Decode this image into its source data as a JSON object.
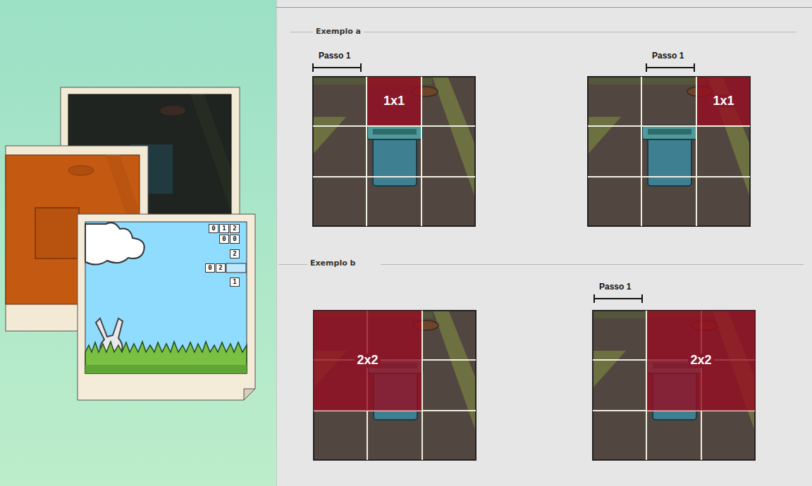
{
  "diagram": {
    "nodes": [
      {
        "text": [
          "0"
        ]
      },
      {
        "text": [
          "1"
        ]
      },
      {
        "text": [
          "2"
        ]
      },
      {
        "text": [
          "0"
        ]
      },
      {
        "text": [
          "0"
        ]
      },
      {
        "text": [
          "2"
        ]
      },
      {
        "text": [
          "0"
        ]
      },
      {
        "text": [
          "2"
        ]
      },
      {
        "text": [
          "1"
        ]
      },
      {
        "text": [
          "1x1"
        ]
      },
      {
        "text": [
          "1x1"
        ]
      },
      {
        "text": [
          "2x2"
        ]
      },
      {
        "text": [
          "2x2"
        ]
      }
    ],
    "labels": [
      "Exemplo a",
      "Passo 1",
      "Passo 1",
      "Exemplo b",
      "Passo 1"
    ]
  }
}
